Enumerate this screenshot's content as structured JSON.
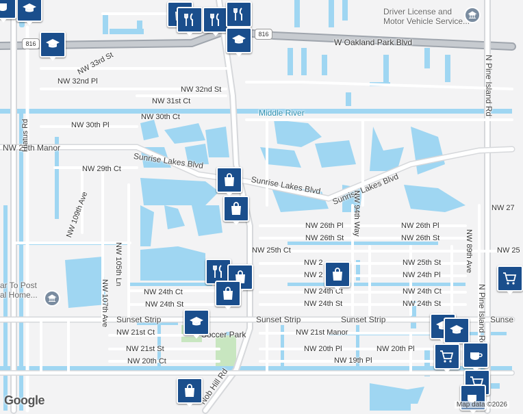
{
  "map": {
    "roads": {
      "highway": "W Oakland Park Blvd",
      "route_shield": "816",
      "streets": [
        "NW 33rd St",
        "NW 32nd Pl",
        "NW 32nd St",
        "NW 31st Ct",
        "NW 30th Pl",
        "NW 30th Ct",
        "NW 29th Manor",
        "NW 29th Ct",
        "Sunrise Lakes Blvd",
        "Sunrise Lakes Blvd",
        "Sunrise Lakes Blvd",
        "NW 26th Pl",
        "NW 26th Pl",
        "NW 26th St",
        "NW 26th St",
        "NW 25th Ct",
        "NW 25th St",
        "NW 24th Pl",
        "NW 24th Ct",
        "NW 24th Ct",
        "NW 24th Ct",
        "NW 24th St",
        "NW 24th St",
        "NW 24th St",
        "Sunset Strip",
        "Sunset Strip",
        "Sunset Strip",
        "NW 21st Ct",
        "NW 21st Manor",
        "NW 21st St",
        "NW 20th Pl",
        "NW 20th Pl",
        "NW 20th Ct",
        "NW 19th Pl",
        "Hiatus Rd",
        "NW 105th Ln",
        "NW 109th Ave",
        "NW 107th Ave",
        "NW 94th Way",
        "NW 89th Ave",
        "N Pine Island Rd",
        "N Pine Island Rd",
        "Nob Hill Rd",
        "NW 27",
        "NW 25",
        "NW 2",
        "NW 2",
        "Sunse"
      ]
    },
    "water": {
      "river": "Middle River"
    },
    "park": "Soccer Park",
    "poi": {
      "dmv_line1": "Driver License and",
      "dmv_line2": "Motor Vehicle Service...",
      "post_line1": "ar To Post",
      "post_line2": "al Home..."
    },
    "pins": {
      "shopping": "shopping-bag",
      "restaurant": "fork-knife",
      "school": "graduation-cap",
      "grocery": "shopping-cart",
      "cafe": "coffee-cup"
    },
    "colors": {
      "water": "#9fd6f2",
      "pin": "#1a4e8c",
      "park": "#c8e6c0",
      "highway": "#9fa5ad",
      "land": "#f3f3f4"
    },
    "logo": "Google",
    "attribution": "Map data ©2026"
  }
}
